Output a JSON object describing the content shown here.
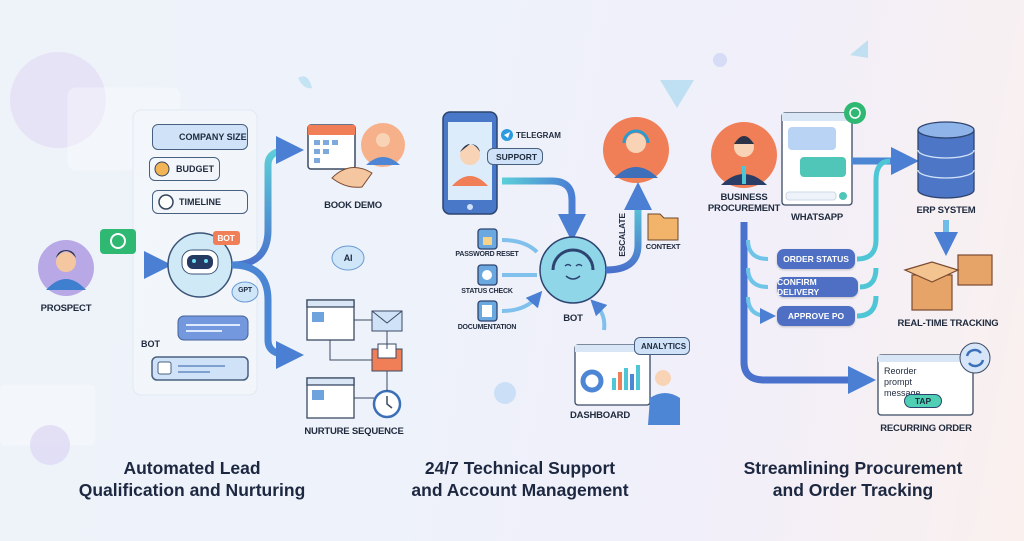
{
  "colors": {
    "accent_blue": "#4e86d6",
    "teal": "#4fc6d6",
    "orange": "#f07e56",
    "green": "#2eb872"
  },
  "sections": [
    {
      "title_line1": "Automated Lead",
      "title_line2": "Qualification and Nurturing",
      "prospect": "PROSPECT",
      "bubbles": [
        "COMPANY SIZE",
        "BUDGET",
        "TIMELINE"
      ],
      "bot_tag": "BOT",
      "gpt": "GPT",
      "bot_label": "BOT",
      "book_demo": "BOOK DEMO",
      "ai": "AI",
      "nurture": "NURTURE SEQUENCE"
    },
    {
      "title_line1": "24/7 Technical Support",
      "title_line2": "and Account Management",
      "telegram": "TELEGRAM",
      "support": "SUPPORT",
      "tasks": [
        "PASSWORD RESET",
        "STATUS CHECK",
        "DOCUMENTATION"
      ],
      "bot": "BOT",
      "escalate": "ESCALATE",
      "context": "CONTEXT",
      "analytics": "ANALYTICS",
      "dashboard": "DASHBOARD"
    },
    {
      "title_line1": "Streamlining Procurement",
      "title_line2": "and Order Tracking",
      "business_line1": "BUSINESS",
      "business_line2": "PROCUREMENT",
      "whatsapp": "WHATSAPP",
      "erp": "ERP SYSTEM",
      "actions": [
        "ORDER STATUS",
        "CONFIRM DELIVERY",
        "APPROVE PO"
      ],
      "tracking": "REAL-TIME TRACKING",
      "reorder_text": "Reorder prompt message",
      "tap": "TAP",
      "recurring": "RECURRING ORDER"
    }
  ]
}
